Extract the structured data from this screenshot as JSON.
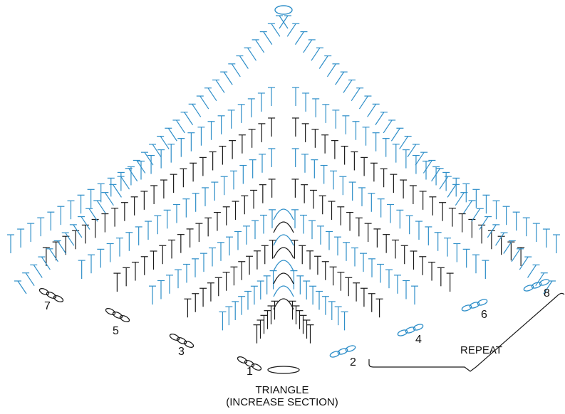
{
  "row_labels": [
    "1",
    "2",
    "3",
    "4",
    "5",
    "6",
    "7",
    "8"
  ],
  "repeat_label": "REPEAT",
  "caption": {
    "line1": "TRIANGLE",
    "line2": "(INCREASE SECTION)"
  },
  "colors": {
    "odd_rows": "#2f8fc9",
    "even_rows": "#1a1a1a",
    "text": "#111111"
  }
}
